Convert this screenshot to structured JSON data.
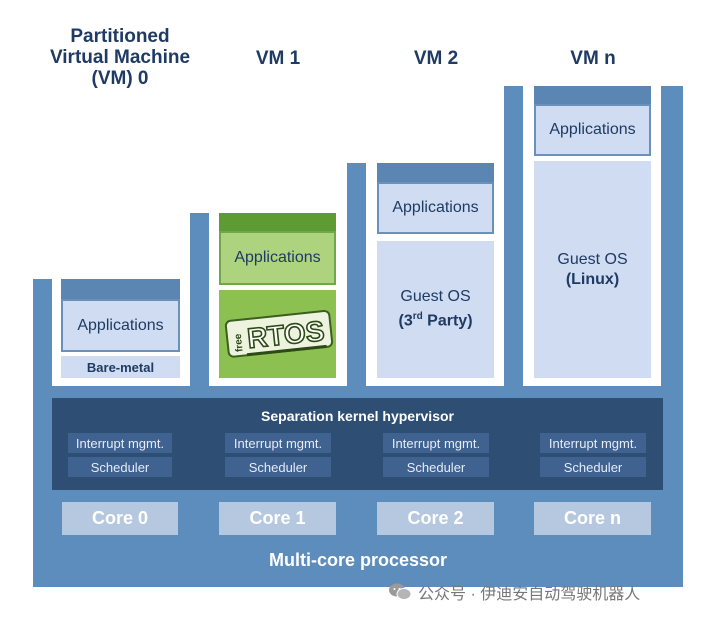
{
  "headers": {
    "vm0": [
      "Partitioned",
      "Virtual Machine",
      "(VM) 0"
    ],
    "vm1": "VM 1",
    "vm2": "VM 2",
    "vmn": "VM n"
  },
  "vm0": {
    "applications": "Applications",
    "bare_metal": "Bare-metal"
  },
  "vm1": {
    "applications": "Applications",
    "rtos_logo_text": "RTOS",
    "rtos_logo_prefix": "free"
  },
  "vm2": {
    "applications": "Applications",
    "guest_os": "Guest OS",
    "guest_detail_pre": "(3",
    "guest_detail_sup": "rd",
    "guest_detail_post": " Party)"
  },
  "vmn": {
    "applications": "Applications",
    "guest_os": "Guest OS",
    "guest_detail": "(Linux)"
  },
  "hypervisor": {
    "title": "Separation kernel hypervisor",
    "interrupt": "Interrupt mgmt.",
    "scheduler": "Scheduler"
  },
  "cores": [
    "Core 0",
    "Core 1",
    "Core 2",
    "Core n"
  ],
  "processor_label": "Multi-core processor",
  "watermark": "公众号 · 伊迪安自动驾驶机器人",
  "colors": {
    "processor": "#5c8dbd",
    "hypervisor": "#2e4e74",
    "app_box": "#cfdcf2",
    "rtos_green": "#8cc152",
    "header_text": "#1f3b63"
  }
}
